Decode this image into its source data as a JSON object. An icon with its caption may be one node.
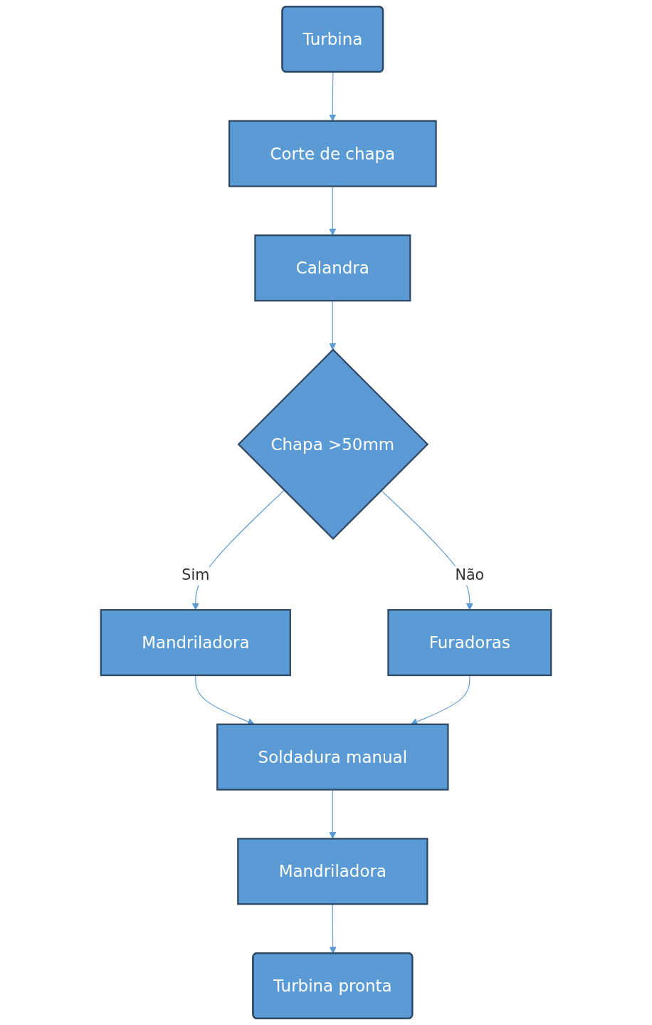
{
  "diagram": {
    "nodes": [
      {
        "text": [
          "Turbina"
        ]
      },
      {
        "text": [
          "Corte de chapa"
        ]
      },
      {
        "text": [
          "Calandra"
        ]
      },
      {
        "text": [
          "Chapa >50mm"
        ]
      },
      {
        "text": [
          "Mandriladora"
        ]
      },
      {
        "text": [
          "Furadoras"
        ]
      },
      {
        "text": [
          "Soldadura manual"
        ]
      },
      {
        "text": [
          "Mandriladora"
        ]
      },
      {
        "text": [
          "Turbina pronta"
        ]
      }
    ],
    "edges": [
      {
        "from": 0,
        "to": 1,
        "arrow": "to"
      },
      {
        "from": 1,
        "to": 2,
        "arrow": "to"
      },
      {
        "from": 2,
        "to": 3,
        "arrow": "to"
      },
      {
        "from": 3,
        "to": 4,
        "label": "Sim",
        "arrow": "to"
      },
      {
        "from": 3,
        "to": 5,
        "label": "Não",
        "arrow": "to"
      },
      {
        "from": 4,
        "to": 6,
        "arrow": "to"
      },
      {
        "from": 5,
        "to": 6,
        "arrow": "to"
      },
      {
        "from": 6,
        "to": 7,
        "arrow": "to"
      },
      {
        "from": 7,
        "to": 8,
        "arrow": "to"
      }
    ]
  }
}
